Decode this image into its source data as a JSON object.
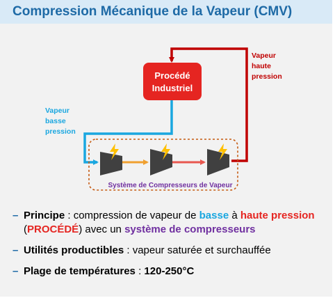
{
  "title": "Compression Mécanique de la Vapeur (CMV)",
  "colors": {
    "title": "#1e6aa6",
    "steam_low": "#1aa7e0",
    "steam_high": "#c00000",
    "process": "#e52521",
    "system_border": "#c55a11",
    "system_label": "#7030a0",
    "compressor": "#404040",
    "lightning": "#ffc000",
    "arrow_mid": "#f0a030"
  },
  "diagram": {
    "process_label_line1": "Procédé",
    "process_label_line2": "Industriel",
    "steam_high_line1": "Vapeur",
    "steam_high_line2": "haute",
    "steam_high_line3": "pression",
    "steam_low_line1": "Vapeur",
    "steam_low_line2": "basse",
    "steam_low_line3": "pression",
    "system_label": "Système de Compresseurs de Vapeur",
    "compressor_count": 3
  },
  "bullets": {
    "b1_label": "Principe",
    "b1_t1": " : compression de vapeur de ",
    "b1_basse": "basse",
    "b1_t2": " à ",
    "b1_haute": "haute pression",
    "b1_t3": " (",
    "b1_procede": "PROCÉDÉ",
    "b1_t4": ") avec un ",
    "b1_system": "système de compresseurs",
    "b2_label": "Utilités productibles",
    "b2_text": " : vapeur saturée et surchauffée",
    "b3_label": "Plage de températures",
    "b3_sep": " : ",
    "b3_value": "120-250°C"
  }
}
